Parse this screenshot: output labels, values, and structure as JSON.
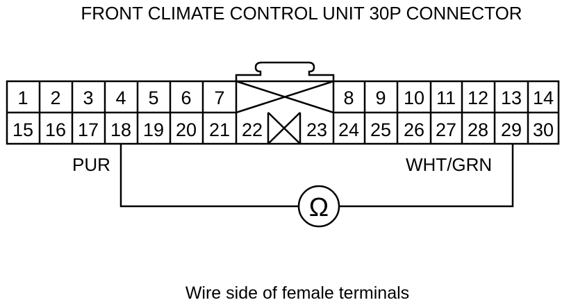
{
  "title": "FRONT CLIMATE CONTROL UNIT 30P CONNECTOR",
  "connector": {
    "top_row": [
      "1",
      "2",
      "3",
      "4",
      "5",
      "6",
      "7",
      "",
      "8",
      "9",
      "10",
      "11",
      "12",
      "13",
      "14"
    ],
    "bottom_row": [
      "15",
      "16",
      "17",
      "18",
      "19",
      "20",
      "21",
      "22",
      "",
      "23",
      "24",
      "25",
      "26",
      "27",
      "28",
      "29",
      "30"
    ]
  },
  "wires": {
    "left_color": "PUR",
    "right_color": "WHT/GRN"
  },
  "meter_symbol": "Ω",
  "caption": "Wire side of female terminals"
}
